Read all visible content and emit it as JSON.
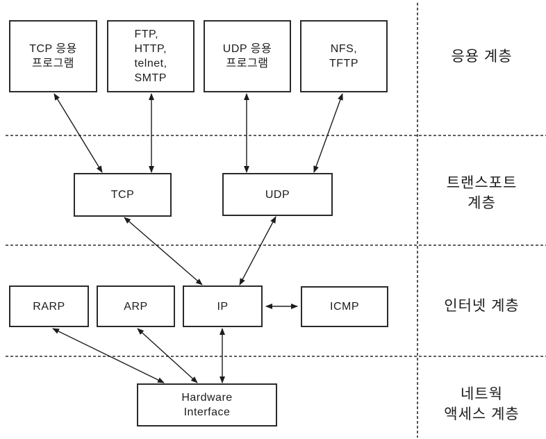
{
  "diagram": {
    "title": "TCP/IP protocol stack layers",
    "boxes": {
      "tcp_app": {
        "label": "TCP 응용\n프로그램"
      },
      "ftp_group": {
        "label": "FTP,\nHTTP,\ntelnet,\nSMTP"
      },
      "udp_app": {
        "label": "UDP 응용\n프로그램"
      },
      "nfs_group": {
        "label": "NFS,\nTFTP"
      },
      "tcp": {
        "label": "TCP"
      },
      "udp": {
        "label": "UDP"
      },
      "rarp": {
        "label": "RARP"
      },
      "arp": {
        "label": "ARP"
      },
      "ip": {
        "label": "IP"
      },
      "icmp": {
        "label": "ICMP"
      },
      "hardware": {
        "label": "Hardware\nInterface"
      }
    },
    "layers": {
      "application": {
        "label": "응용 계층"
      },
      "transport": {
        "label": "트랜스포트\n계층"
      },
      "internet": {
        "label": "인터넷 계층"
      },
      "network_access": {
        "label": "네트웍\n액세스 계층"
      }
    },
    "colors": {
      "line": "#1c1c1c",
      "box_border": "#2a2a2a",
      "background": "#ffffff",
      "text": "#1c1c1c"
    }
  }
}
